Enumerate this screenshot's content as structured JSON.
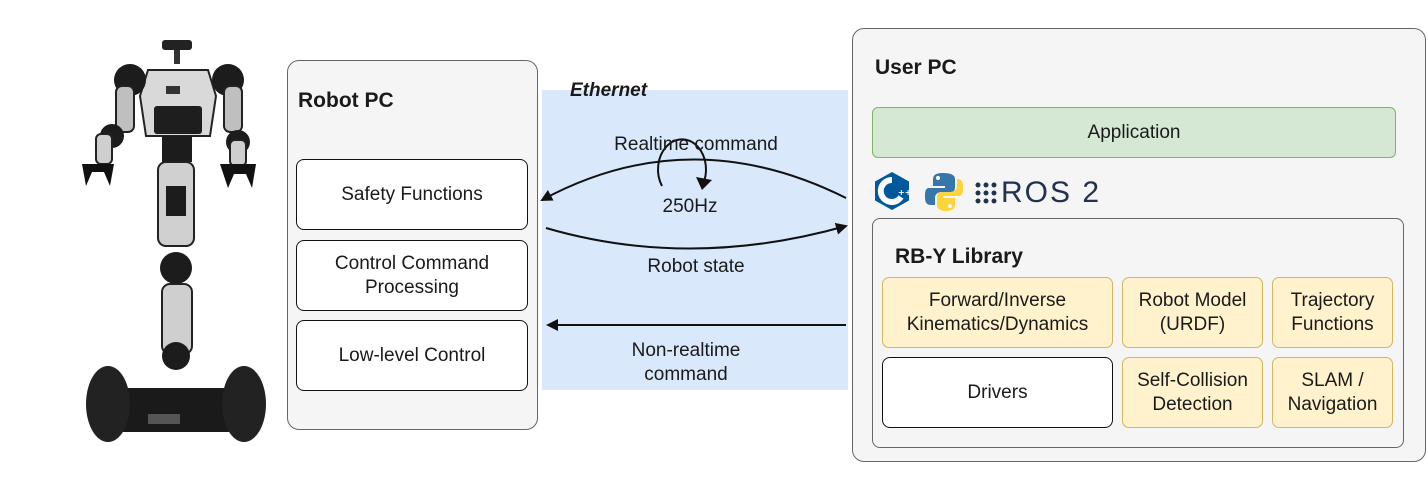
{
  "robot_pc": {
    "title": "Robot PC",
    "blocks": [
      {
        "label": "Safety Functions"
      },
      {
        "label": "Control Command\nProcessing"
      },
      {
        "label": "Low-level Control"
      }
    ]
  },
  "link": {
    "medium": "Ethernet",
    "realtime_command": "Realtime command",
    "rate": "250Hz",
    "robot_state": "Robot state",
    "nonrealtime_command": "Non-realtime\ncommand"
  },
  "user_pc": {
    "title": "User PC",
    "application": "Application",
    "languages": [
      "C++",
      "Python"
    ],
    "ros_label": "ROS 2",
    "library": {
      "title": "RB-Y Library",
      "modules": [
        {
          "label": "Forward/Inverse\nKinematics/Dynamics",
          "style": "yellow"
        },
        {
          "label": "Robot Model\n(URDF)",
          "style": "yellow"
        },
        {
          "label": "Trajectory\nFunctions",
          "style": "yellow"
        },
        {
          "label": "Drivers",
          "style": "white"
        },
        {
          "label": "Self-Collision\nDetection",
          "style": "yellow"
        },
        {
          "label": "SLAM /\nNavigation",
          "style": "yellow"
        }
      ]
    }
  },
  "colors": {
    "ethernet_band": "#dae8fc",
    "application_fill": "#d5e8d4",
    "application_border": "#82b366",
    "module_fill": "#fff2cc",
    "module_border": "#d6b656",
    "cpp_blue": "#00599c",
    "python_blue": "#3776ab",
    "python_yellow": "#ffd43b"
  }
}
